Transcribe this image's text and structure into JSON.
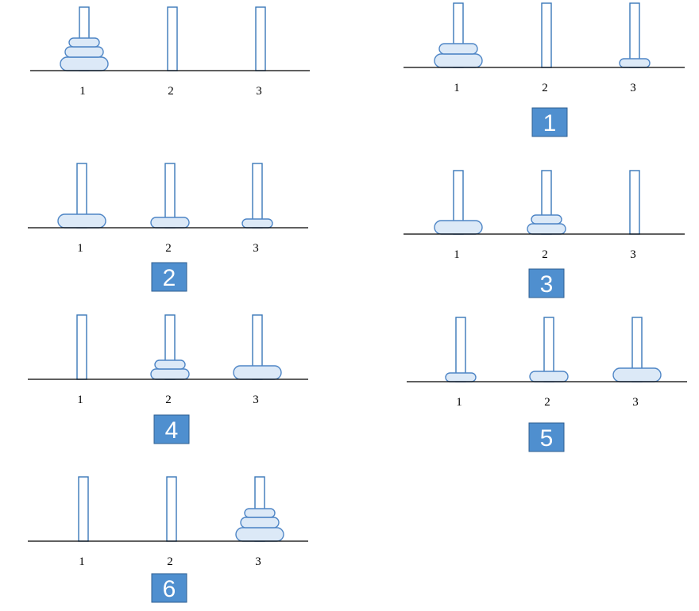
{
  "peg_labels": [
    "1",
    "2",
    "3"
  ],
  "disk_sizes": [
    "small",
    "medium",
    "large"
  ],
  "colors": {
    "peg_stroke": "#3a78b8",
    "disk_fill": "#dce9f7",
    "disk_stroke": "#4f86c6",
    "badge_fill": "#4f8fcf",
    "badge_text": "#ffffff"
  },
  "states": [
    {
      "step_label": "",
      "pegs": [
        [
          "large",
          "medium",
          "small"
        ],
        [],
        []
      ]
    },
    {
      "step_label": "1",
      "pegs": [
        [
          "large",
          "medium"
        ],
        [],
        [
          "small"
        ]
      ]
    },
    {
      "step_label": "2",
      "pegs": [
        [
          "large"
        ],
        [
          "medium"
        ],
        [
          "small"
        ]
      ]
    },
    {
      "step_label": "3",
      "pegs": [
        [
          "large"
        ],
        [
          "medium",
          "small"
        ],
        []
      ]
    },
    {
      "step_label": "4",
      "pegs": [
        [],
        [
          "medium",
          "small"
        ],
        [
          "large"
        ]
      ]
    },
    {
      "step_label": "5",
      "pegs": [
        [
          "small"
        ],
        [
          "medium"
        ],
        [
          "large"
        ]
      ]
    },
    {
      "step_label": "6",
      "pegs": [
        [],
        [],
        [
          "large",
          "medium",
          "small"
        ]
      ]
    }
  ]
}
